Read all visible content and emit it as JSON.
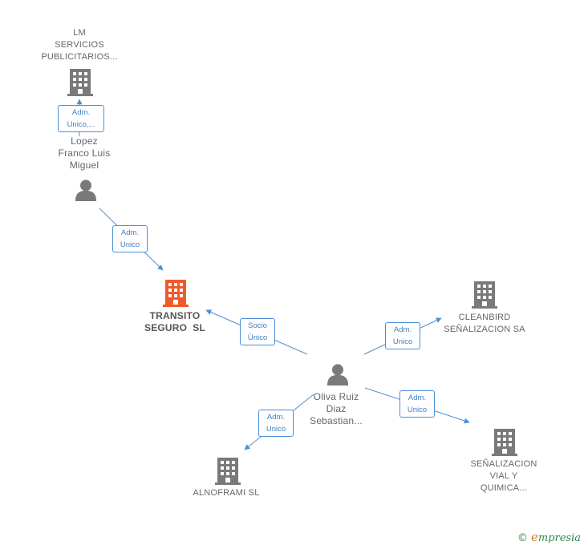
{
  "colors": {
    "edge": "#4a90d9",
    "building": "#7a7a7a",
    "main_building": "#f05a28",
    "person": "#7a7a7a"
  },
  "nodes": {
    "lm": {
      "lines": [
        "LM",
        "SERVICIOS",
        "PUBLICITARIOS..."
      ],
      "icon": "building-icon"
    },
    "lopez": {
      "lines": [
        "Lopez",
        "Franco Luis",
        "Miguel"
      ],
      "icon": "person-icon"
    },
    "transito": {
      "lines": [
        "TRANSITO",
        "SEGURO  SL"
      ],
      "icon": "building-icon"
    },
    "cleanbird": {
      "lines": [
        "CLEANBIRD",
        "SEÑALIZACION SA"
      ],
      "icon": "building-icon"
    },
    "oliva": {
      "lines": [
        "Oliva Ruiz",
        "Diaz",
        "Sebastian..."
      ],
      "icon": "person-icon"
    },
    "alnoframi": {
      "lines": [
        "ALNOFRAMI SL"
      ],
      "icon": "building-icon"
    },
    "senalizacion": {
      "lines": [
        "SEÑALIZACION",
        "VIAL Y",
        "QUIMICA..."
      ],
      "icon": "building-icon"
    }
  },
  "edges": {
    "lopez_lm": {
      "lines": [
        "Adm.",
        "Unico,..."
      ]
    },
    "lopez_transito": {
      "lines": [
        "Adm.",
        "Unico"
      ]
    },
    "oliva_transito": {
      "lines": [
        "Socio",
        "Único"
      ]
    },
    "oliva_cleanbird": {
      "lines": [
        "Adm.",
        "Unico"
      ]
    },
    "oliva_senalizacion": {
      "lines": [
        "Adm.",
        "Unico"
      ]
    },
    "oliva_alnoframi": {
      "lines": [
        "Adm.",
        "Unico"
      ]
    }
  },
  "footer": {
    "copyright": "©",
    "brand_initial": "e",
    "brand_rest": "mpresia"
  }
}
